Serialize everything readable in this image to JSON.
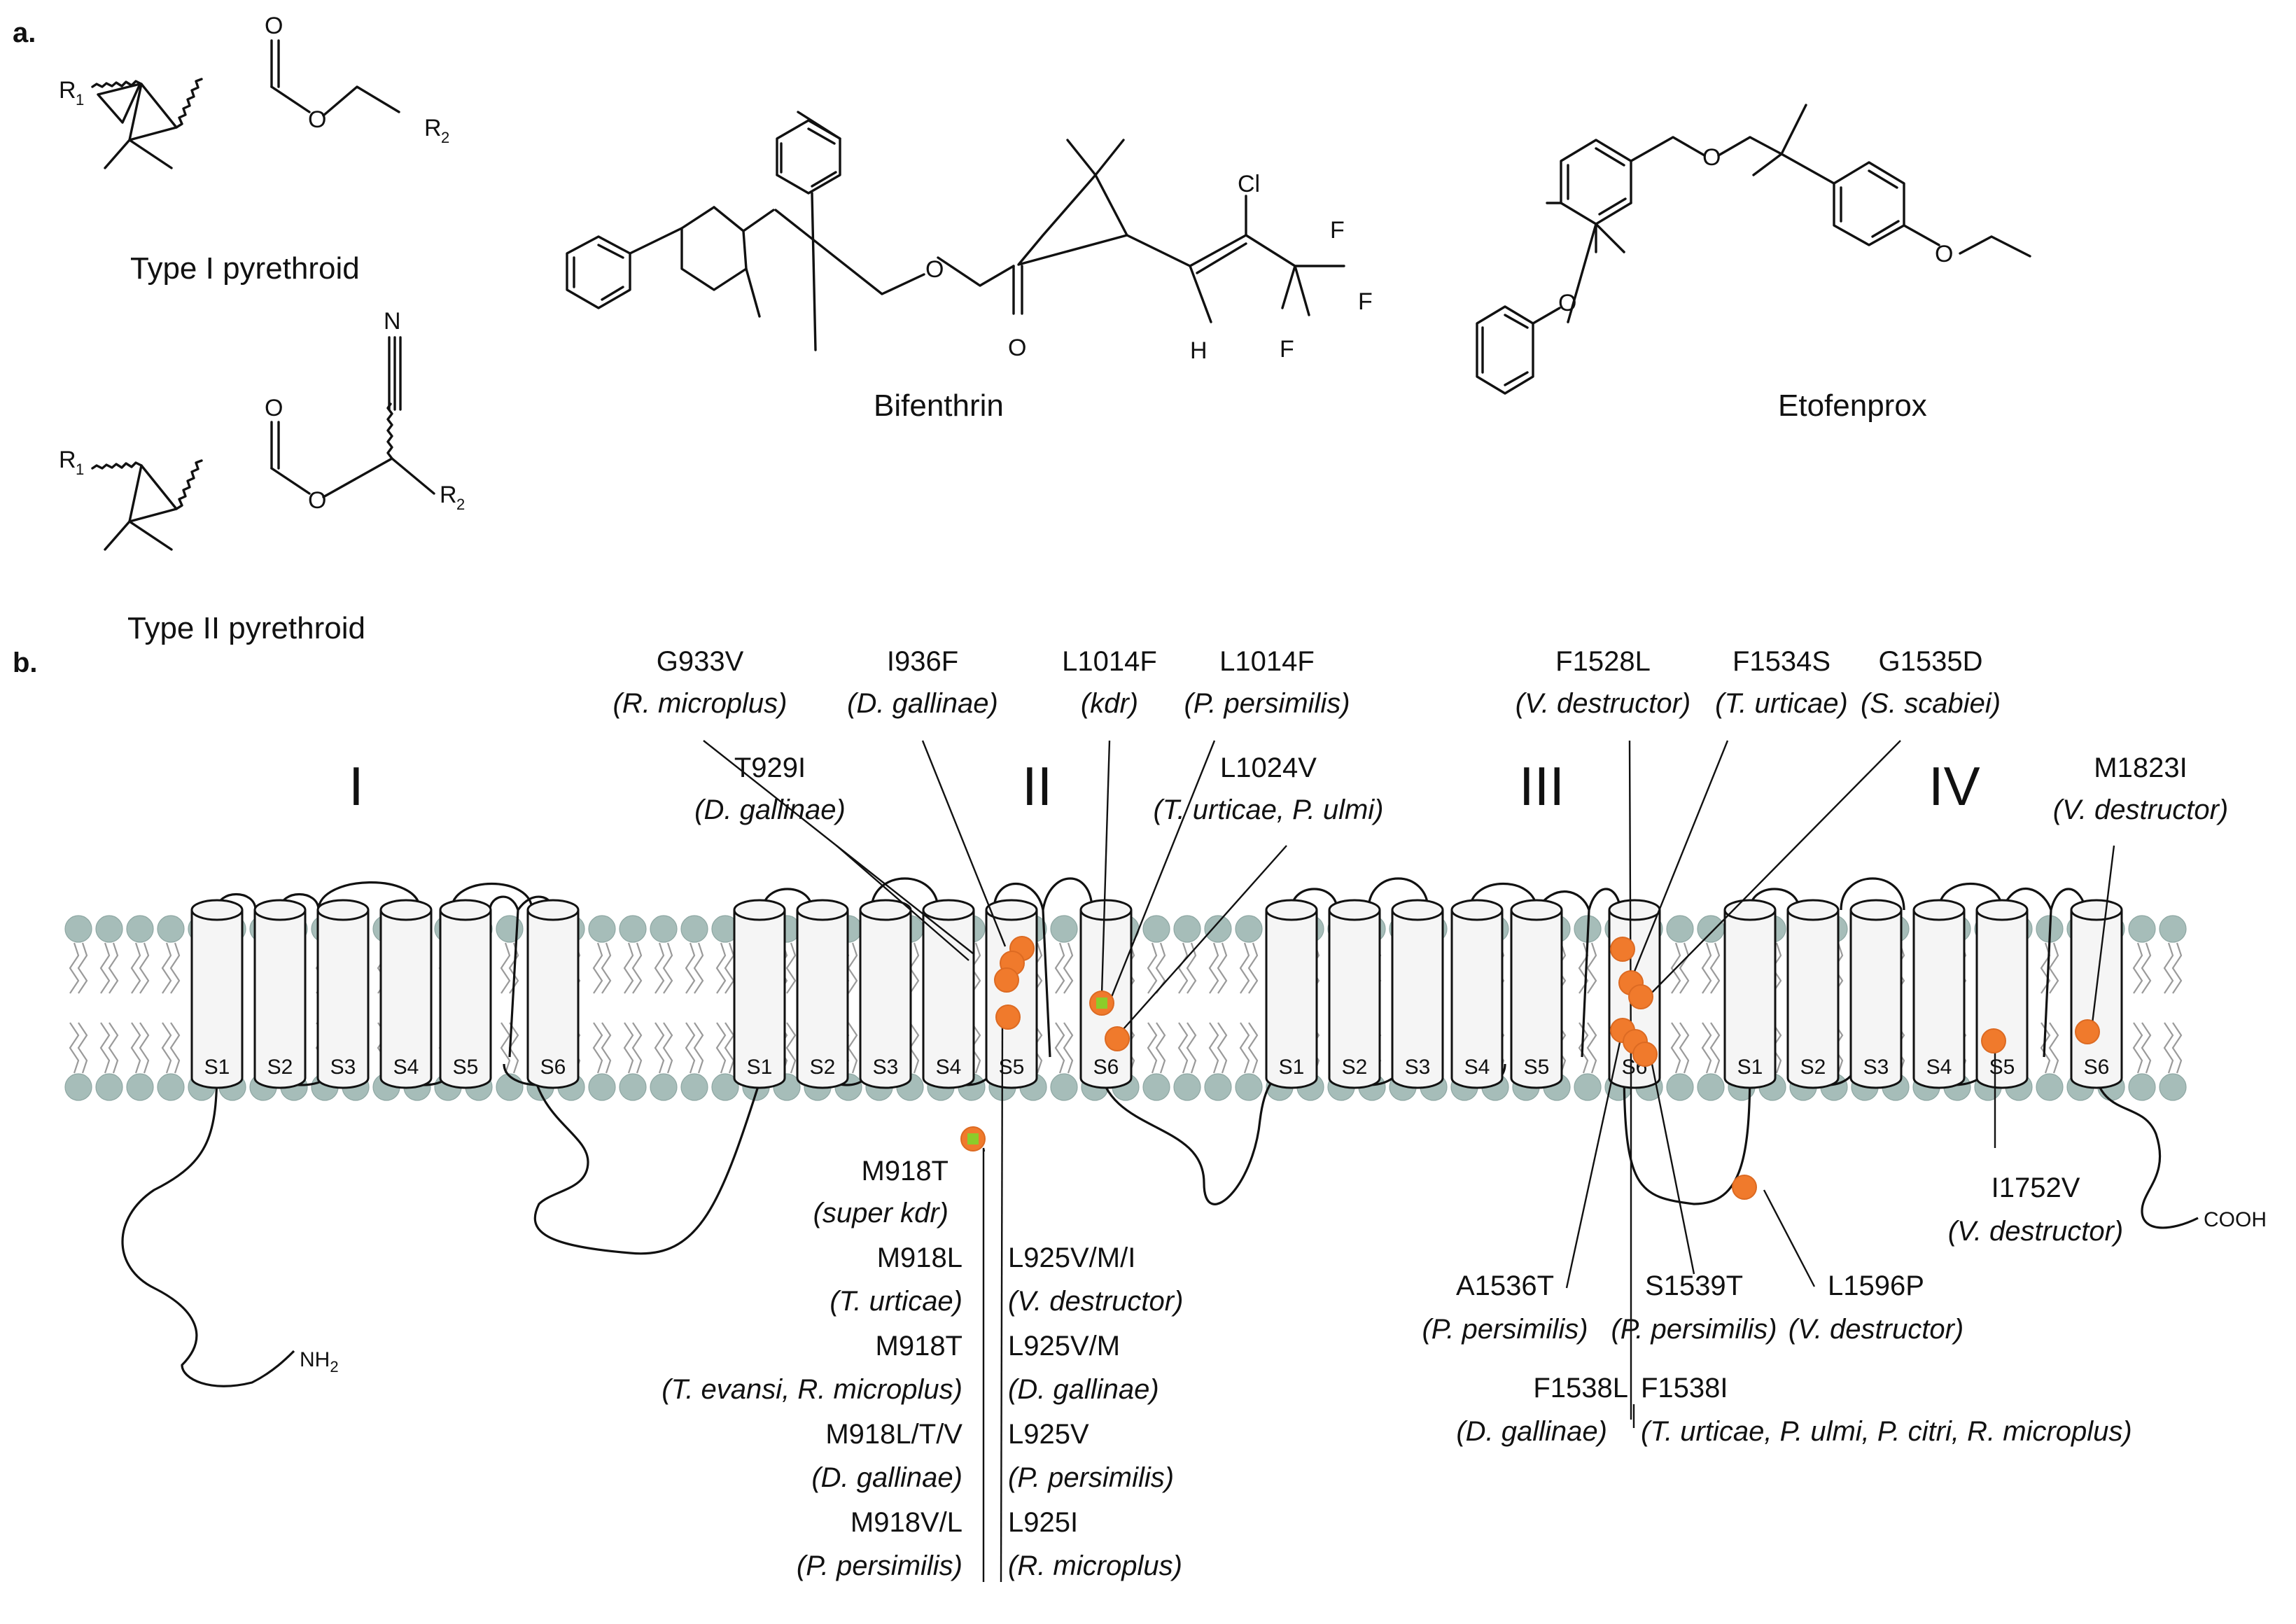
{
  "panels": {
    "a": "a.",
    "b": "b."
  },
  "chemistry": {
    "type1_label": "Type I pyrethroid",
    "type2_label": "Type II pyrethroid",
    "bifenthrin_label": "Bifenthrin",
    "etofenprox_label": "Etofenprox",
    "atoms": {
      "R1": "R",
      "R2": "R",
      "sub1": "1",
      "sub2": "2",
      "O": "O",
      "N": "N",
      "Cl": "Cl",
      "F": "F",
      "H": "H"
    }
  },
  "channel": {
    "domains": [
      "I",
      "II",
      "III",
      "IV"
    ],
    "segments": [
      "S1",
      "S2",
      "S3",
      "S4",
      "S5",
      "S6"
    ],
    "nh2": "NH2",
    "nh2_main": "NH",
    "nh2_sub": "2",
    "cooh": "COOH"
  },
  "mutations": {
    "g933v": {
      "name": "G933V",
      "species": "(R. microplus)"
    },
    "i936f": {
      "name": "I936F",
      "species": "(D. gallinae)"
    },
    "l1014f_kdr": {
      "name": "L1014F",
      "species": "(kdr)"
    },
    "l1014f_pp": {
      "name": "L1014F",
      "species": "(P. persimilis)"
    },
    "t929i": {
      "name": "T929I",
      "species": "(D. gallinae)"
    },
    "l1024v": {
      "name": "L1024V",
      "species": "(T. urticae, P. ulmi)"
    },
    "f1528l": {
      "name": "F1528L",
      "species": "(V. destructor)"
    },
    "f1534s": {
      "name": "F1534S",
      "species": "(T. urticae)"
    },
    "g1535d": {
      "name": "G1535D",
      "species": "(S. scabiei)"
    },
    "m1823i": {
      "name": "M1823I",
      "species": "(V. destructor)"
    },
    "m918t_super": {
      "name": "M918T",
      "species": "(super kdr)"
    },
    "m918l": {
      "name": "M918L",
      "species": "(T. urticae)"
    },
    "m918t": {
      "name": "M918T",
      "species": "(T. evansi, R. microplus)"
    },
    "m918ltv": {
      "name": "M918L/T/V",
      "species": "(D. gallinae)"
    },
    "m918vl": {
      "name": "M918V/L",
      "species": "(P. persimilis)"
    },
    "l925vmi": {
      "name": "L925V/M/I",
      "species": "(V. destructor)"
    },
    "l925vm": {
      "name": "L925V/M",
      "species": "(D. gallinae)"
    },
    "l925v": {
      "name": "L925V",
      "species": "(P. persimilis)"
    },
    "l925i": {
      "name": "L925I",
      "species": "(R. microplus)"
    },
    "a1536t": {
      "name": "A1536T",
      "species": "(P. persimilis)"
    },
    "s1539t": {
      "name": "S1539T",
      "species": "(P. persimilis)"
    },
    "l1596p": {
      "name": "L1596P",
      "species": "(V. destructor)"
    },
    "f1538l": {
      "name": "F1538L",
      "species": "(D. gallinae)"
    },
    "f1538i": {
      "name": "F1538I",
      "species": "(T. urticae, P. ulmi, P. citri, R. microplus)"
    },
    "i1752v": {
      "name": "I1752V",
      "species": "(V. destructor)"
    }
  },
  "colors": {
    "site": "#f07a2c",
    "kdr_core": "#8ccc2a",
    "lipid_head": "#a6bdb9"
  }
}
